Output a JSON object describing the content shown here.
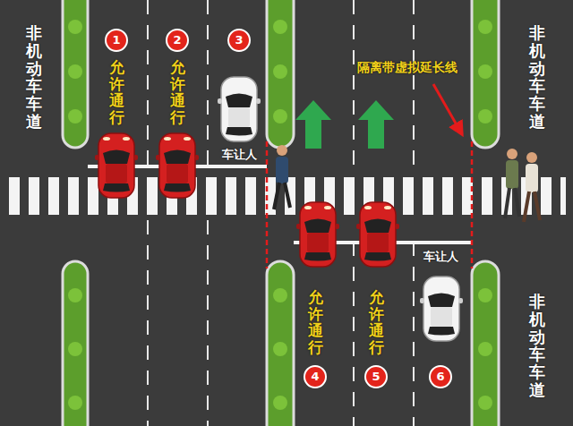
{
  "diagram": {
    "labels": [
      "非机动车车道",
      "1",
      "2",
      "3",
      "非机动车车道",
      "允许通行",
      "允许通行",
      "隔离带虚拟延长线",
      "车让人",
      "车让人",
      "非机动车车道",
      "允许通行",
      "允许通行",
      "4",
      "5",
      "6"
    ]
  }
}
